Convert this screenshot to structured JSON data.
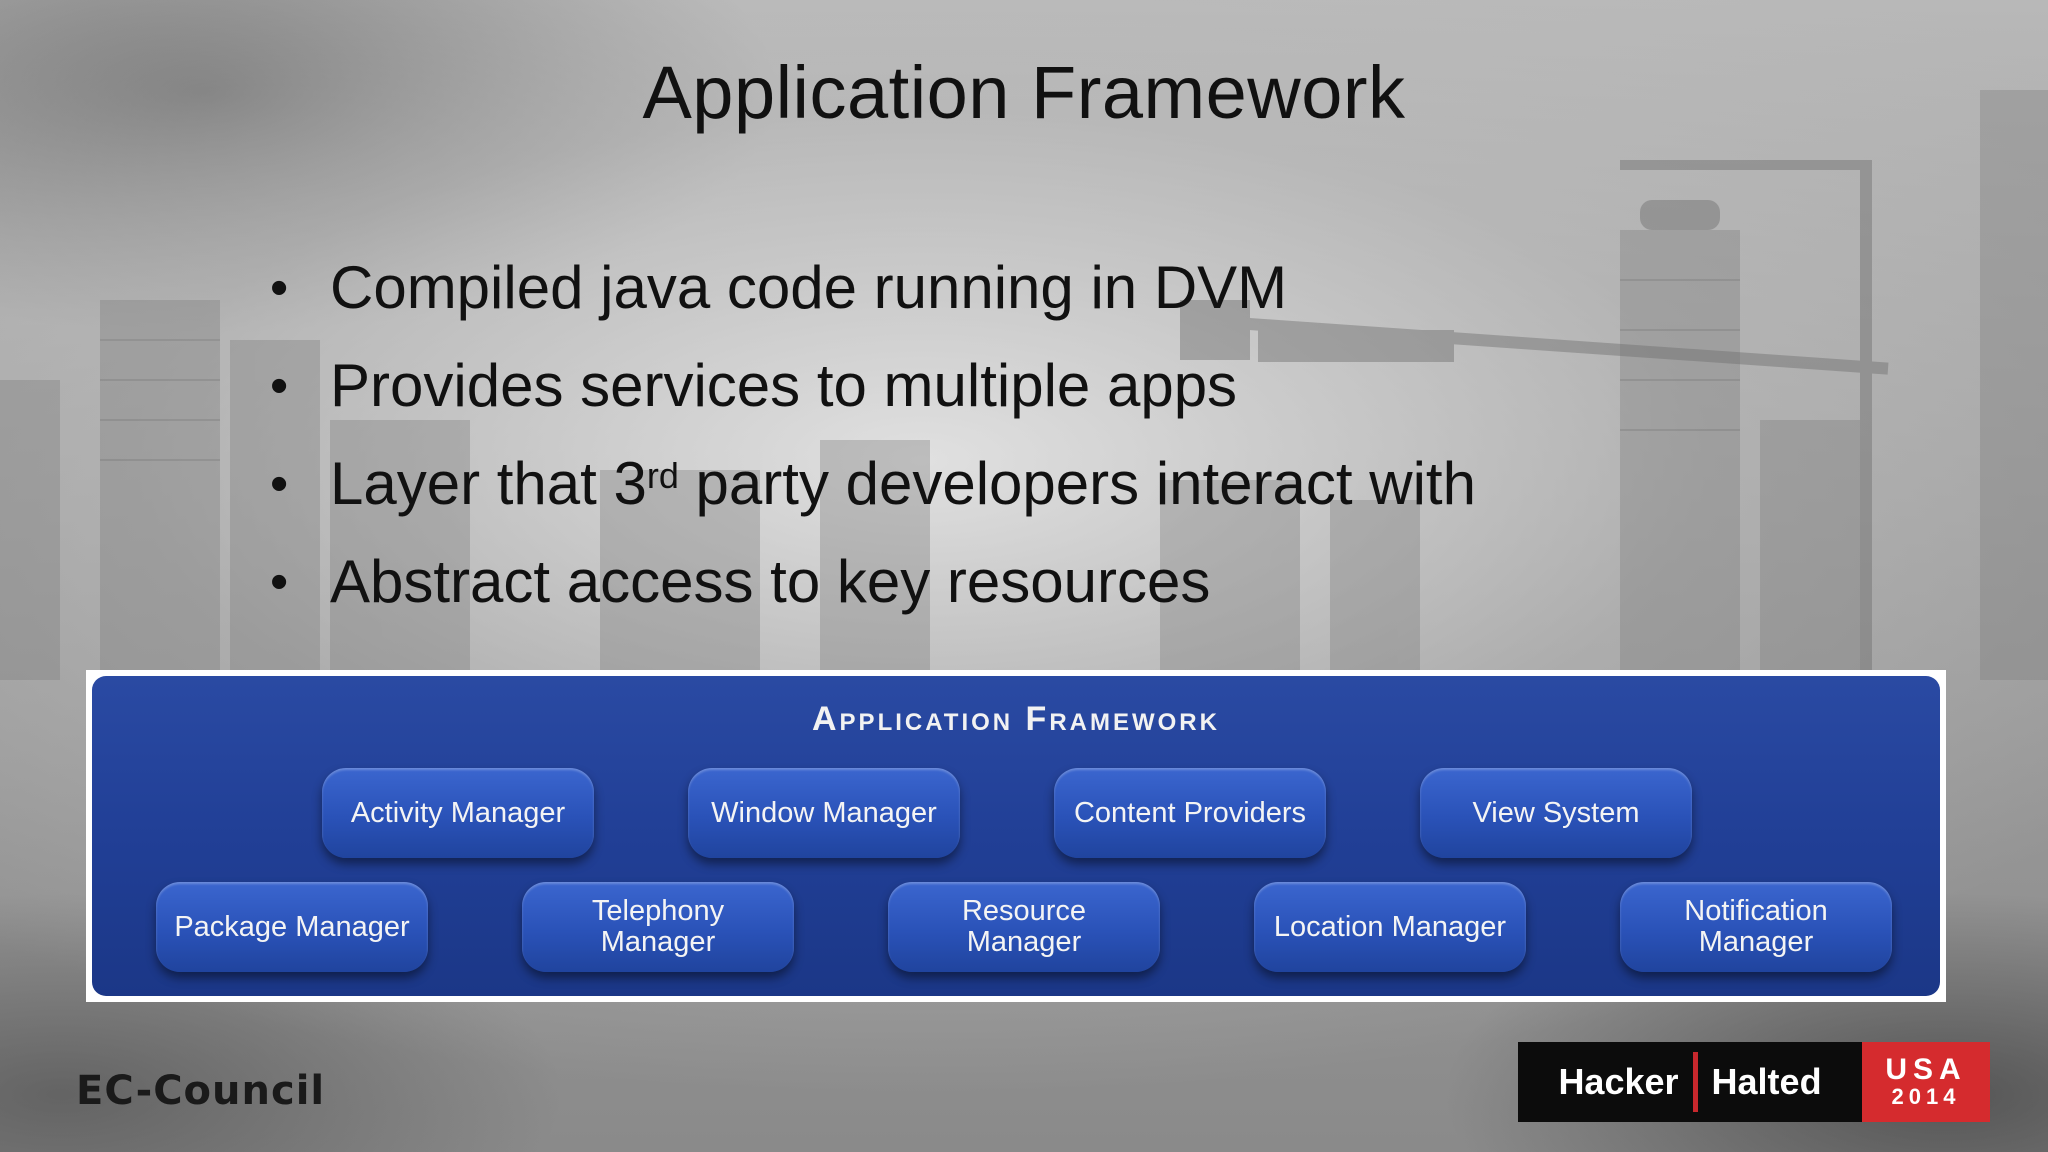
{
  "slide": {
    "title": "Application Framework",
    "bullets": [
      {
        "text": "Compiled java code running in DVM"
      },
      {
        "pre": "Layer that 3",
        "sup": "rd",
        "post": " party developers interact with"
      },
      {
        "text": "Provides services to multiple apps"
      },
      {
        "text": "Abstract access to key resources"
      }
    ],
    "bullet_marker": "•"
  },
  "diagram": {
    "title": "Application Framework",
    "row1": [
      "Activity Manager",
      "Window Manager",
      "Content Providers",
      "View System"
    ],
    "row2": [
      "Package Manager",
      "Telephony Manager",
      "Resource Manager",
      "Location Manager",
      "Notification Manager"
    ],
    "colors": {
      "panel": "#213f96",
      "box": "#2a52b8"
    }
  },
  "footer": {
    "left_logo": "EC-Council",
    "right_logo": {
      "part1": "Hacker",
      "part2": "Halted",
      "country": "USA",
      "year": "2014"
    },
    "colors": {
      "logo_black": "#0c0c0c",
      "logo_red": "#d52b2e"
    }
  }
}
